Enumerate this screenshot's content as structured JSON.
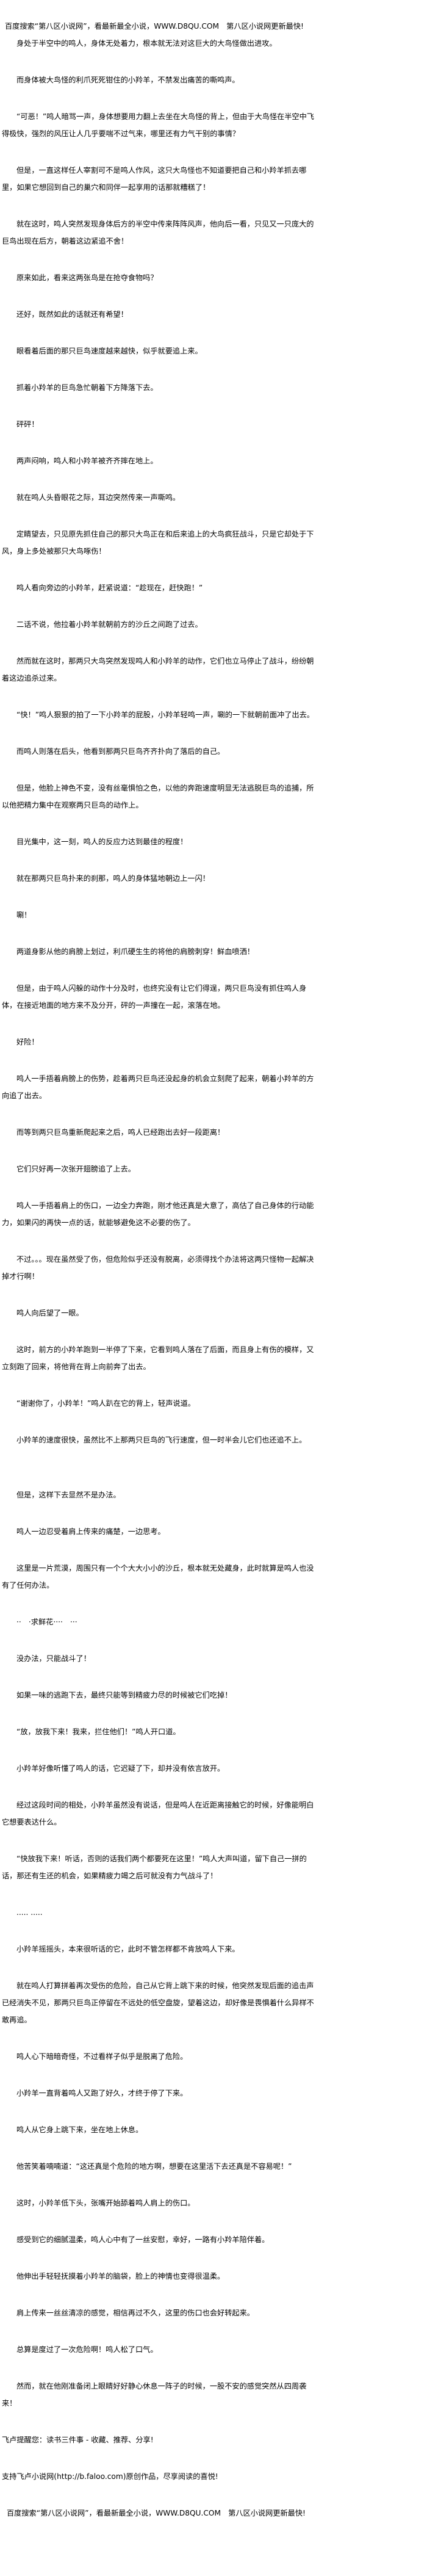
{
  "header": {
    "ad_text": "百度搜索“第八区小说网”，看最新最全小说，WWW.D8QU.COM　第八区小说网更新最快!"
  },
  "chapter": {
    "paragraphs": [
      "身处于半空中的鸣人，身体无处着力，根本就无法对这巨大的大鸟怪做出进攻。",
      "而身体被大鸟怪的利爪死死钳住的小羚羊，不禁发出痛苦的嘶鸣声。",
      "“可恶！”鸣人暗骂一声，身体想要用力翻上去坐在大鸟怪的背上，但由于大鸟怪在半空中飞得极快，强烈的风压让人几乎要喘不过气来，哪里还有力气干别的事情？",
      "但是，一直这样任人宰割可不是鸣人作风，这只大鸟怪也不知道要把自己和小羚羊抓去哪里，如果它想回到自己的巢穴和同伴一起享用的话那就糟糕了！",
      "就在这时，鸣人突然发现身体后方的半空中传来阵阵风声，他向后一看，只见又一只庞大的巨鸟出现在后方，朝着这边紧追不舍！",
      "原来如此，看来这两张鸟是在抢夺食物吗？",
      "还好，既然如此的话就还有希望！",
      "眼看着后面的那只巨鸟速度越来越快，似乎就要追上来。",
      "抓着小羚羊的巨鸟急忙朝着下方降落下去。",
      "砰砰！",
      "两声闷响，鸣人和小羚羊被齐齐摔在地上。",
      "就在鸣人头昏眼花之际，耳边突然传来一声嘶鸣。",
      "定睛望去，只见原先抓住自己的那只大鸟正在和后来追上的大鸟疯狂战斗，只是它却处于下风，身上多处被那只大鸟啄伤！",
      "鸣人看向旁边的小羚羊，赶紧说道：“趁现在，赶快跑！”",
      "二话不说，他拉着小羚羊就朝前方的沙丘之间跑了过去。",
      "然而就在这时，那两只大鸟突然发现鸣人和小羚羊的动作，它们也立马停止了战斗，纷纷朝着这边追杀过来。",
      "“快！”鸣人狠狠的拍了一下小羚羊的屁股，小羚羊轻鸣一声，唰的一下就朝前面冲了出去。",
      "而鸣人则落在后头，他看到那两只巨鸟齐齐扑向了落后的自己。",
      "但是，他脸上神色不变，没有丝毫惧怕之色，以他的奔跑速度明显无法逃脱巨鸟的追捕，所以他把精力集中在观察两只巨鸟的动作上。",
      "目光集中，这一刻，鸣人的反应力达到最佳的程度！",
      "就在那两只巨鸟扑来的刹那，鸣人的身体猛地朝边上一闪！",
      "唰！",
      "两道身影从他的肩膀上划过，利爪硬生生的将他的肩膀刺穿！鲜血喷洒！",
      "但是，由于鸣人闪躲的动作十分及时，也终究没有让它们得逞，两只巨鸟没有抓住鸣人身体，在接近地面的地方来不及分开，砰的一声撞在一起，滚落在地。",
      "好险！",
      "鸣人一手捂着肩膀上的伤势，趁着两只巨鸟还没起身的机会立刻爬了起来，朝着小羚羊的方向追了出去。",
      "而等到两只巨鸟重新爬起来之后，鸣人已经跑出去好一段距离！",
      "它们只好再一次张开翅膀追了上去。",
      "鸣人一手捂着肩上的伤口，一边全力奔跑，刚才他还真是大意了，高估了自己身体的行动能力，如果闪的再快一点的话，就能够避免这不必要的伤了。",
      "不过。。。现在虽然受了伤，但危险似乎还没有脱离，必须得找个办法将这两只怪物一起解决掉才行啊！",
      "鸣人向后望了一眼。",
      "这时，前方的小羚羊跑到一半停了下来，它看到鸣人落在了后面，而且身上有伤的模样，又立刻跑了回来，将他背在背上向前奔了出去。",
      "“谢谢你了，小羚羊！”鸣人趴在它的背上，轻声说道。",
      "小羚羊的速度很快，虽然比不上那两只巨鸟的飞行速度，但一时半会儿它们也还追不上。",
      "但是，这样下去显然不是办法。",
      "鸣人一边忍受着肩上传来的痛楚，一边思考。",
      "这里是一片荒漠，周围只有一个个大大小小的沙丘，根本就无处藏身，此时就算是鸣人也没有了任何办法。",
      "··　·求鲜花····　···",
      "没办法，只能战斗了！",
      "如果一味的逃跑下去，最终只能等到精疲力尽的时候被它们吃掉！",
      "“放，放我下来！我来，拦住他们！”鸣人开口道。",
      "小羚羊好像听懂了鸣人的话，它迟疑了下，却并没有依言放开。",
      "经过这段时间的相处，小羚羊虽然没有说话，但是鸣人在近距离接触它的时候，好像能明白它想要表达什么。",
      "“快放我下来！听话，否则的话我们两个都要死在这里！”鸣人大声叫道，留下自己一拼的话，那还有生还的机会，如果精疲力竭之后可就没有力气战斗了！",
      "..... .....",
      "小羚羊摇摇头，本来很听话的它，此时不管怎样都不肯放鸣人下来。",
      "就在鸣人打算拼着再次受伤的危险，自己从它背上跳下来的时候，他突然发现后面的追击声已经消失不见，那两只巨鸟正停留在不远处的低空盘旋，望着这边，却好像是畏惧着什么异样不敢再追。",
      "鸣人心下暗暗奇怪，不过看样子似乎是脱离了危险。",
      "小羚羊一直背着鸣人又跑了好久，才终于停了下来。",
      "鸣人从它身上跳下来，坐在地上休息。",
      "他苦笑着喃喃道：“这还真是个危险的地方啊，想要在这里活下去还真是不容易呢！”",
      "这时，小羚羊低下头，张嘴开始舔着鸣人肩上的伤口。",
      "感受到它的细腻温柔，鸣人心中有了一丝安慰，幸好，一路有小羚羊陪伴着。",
      "他伸出手轻轻抚摸着小羚羊的脑袋，脸上的神情也变得很温柔。",
      "肩上传来一丝丝清凉的感觉，相信再过不久，这里的伤口也会好转起来。",
      "总算是度过了一次危险啊！鸣人松了口气。",
      "然而，就在他刚准备闭上眼睛好好静心休息一阵子的时候，一股不安的感觉突然从四周袭来！"
    ]
  },
  "footer": {
    "reminder": "飞卢提醒您：读书三件事 - 收藏、推荐、分享!",
    "support": "支持飞卢小说网(http://b.faloo.com)原创作品，尽享阅读的喜悦!",
    "ad_text": "百度搜索“第八区小说网”，看最新最全小说，WWW.D8QU.COM　第八区小说网更新最快!"
  }
}
